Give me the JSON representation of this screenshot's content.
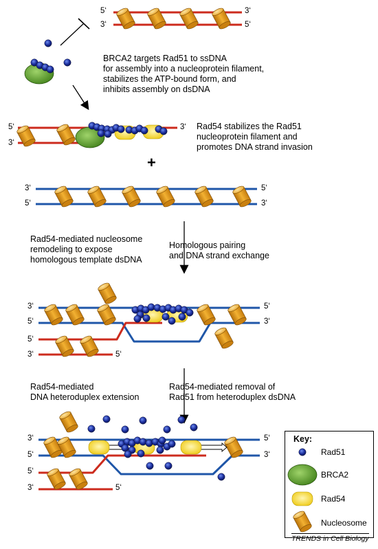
{
  "texts": {
    "brca2_caption": "BRCA2 targets Rad51 to ssDNA\nfor assembly into a nucleoprotein filament,\nstabilizes the ATP-bound form, and\ninhibits assembly on dsDNA",
    "rad54_caption": "Rad54 stabilizes the Rad51\nnucleoprotein filament and\npromotes DNA strand invasion",
    "plus": "+",
    "remodel_caption": "Rad54-mediated nucleosome\nremodeling to expose\nhomologous template dsDNA",
    "pairing_caption": "Homologous pairing\nand DNA strand exchange",
    "extension_caption": "Rad54-mediated\nDNA heteroduplex extension",
    "removal_caption": "Rad54-mediated removal of\nRad51 from heteroduplex dsDNA",
    "credit": "TRENDS in Cell Biology"
  },
  "ends": {
    "p1_top_left": "5‘",
    "p1_top_right": "3‘",
    "p1_bot_left": "3‘",
    "p1_bot_right": "5‘",
    "p2_top_left": "5‘",
    "p2_top_right": "3‘",
    "p2_bot_left": "3‘",
    "p3_top_left": "3‘",
    "p3_top_right": "5‘",
    "p3_bot_left": "5‘",
    "p3_bot_right": "3‘",
    "p4_a_left": "3‘",
    "p4_a_right": "5‘",
    "p4_b_left": "5‘",
    "p4_b_right": "3‘",
    "p4_c_left": "5‘",
    "p4_d_left": "3‘",
    "p4_d_right": "5‘",
    "p5_a_left": "3‘",
    "p5_a_right": "5‘",
    "p5_b_left": "5‘",
    "p5_b_right": "3‘",
    "p5_c_left": "5‘",
    "p5_d_left": "3‘",
    "p5_d_right": "5‘"
  },
  "key": {
    "title": "Key:",
    "rad51": "Rad51",
    "brca2": "BRCA2",
    "rad54": "Rad54",
    "nucleosome": "Nucleosome"
  },
  "colors": {
    "red_dna": "#cc2b1d",
    "blue_dna": "#1f56a8",
    "nucleosome": "#e8a21a",
    "rad51": "#1a2e9c",
    "brca2": "#5fa12a",
    "rad54": "#f4d828"
  }
}
